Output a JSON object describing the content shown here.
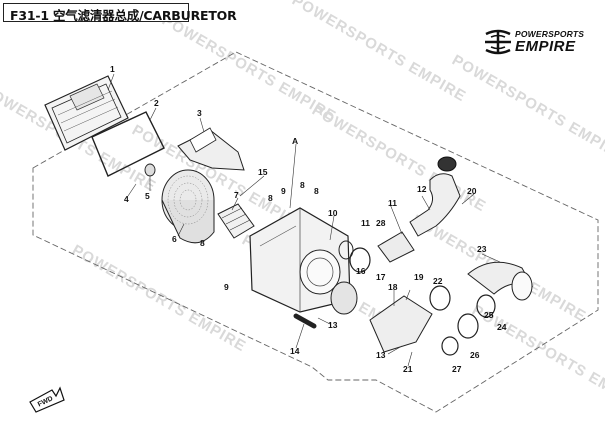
{
  "title": "F31-1 空气滤清器总成/CARBURETOR",
  "brand": {
    "top": "POWERSPORTS",
    "bottom": "EMPIRE"
  },
  "watermark": "POWERSPORTS EMPIRE",
  "fwd_label": "FWD",
  "callouts": {
    "c1": "1",
    "c2": "2",
    "c3": "3",
    "c4": "4",
    "c5": "5",
    "c6": "6",
    "c7": "7",
    "c8a": "8",
    "c8b": "8",
    "c8c": "8",
    "c8d": "8",
    "c9a": "9",
    "c9b": "9",
    "c10": "10",
    "c11a": "11",
    "c11b": "11",
    "c12": "12",
    "c13a": "13",
    "c13b": "13",
    "c14": "14",
    "c15": "15",
    "c16": "16",
    "c17": "17",
    "c18": "18",
    "c19": "19",
    "c20": "20",
    "c21": "21",
    "c22": "22",
    "c23": "23",
    "c24": "24",
    "c25": "25",
    "c26": "26",
    "c27": "27",
    "c28": "28",
    "cA": "A"
  }
}
